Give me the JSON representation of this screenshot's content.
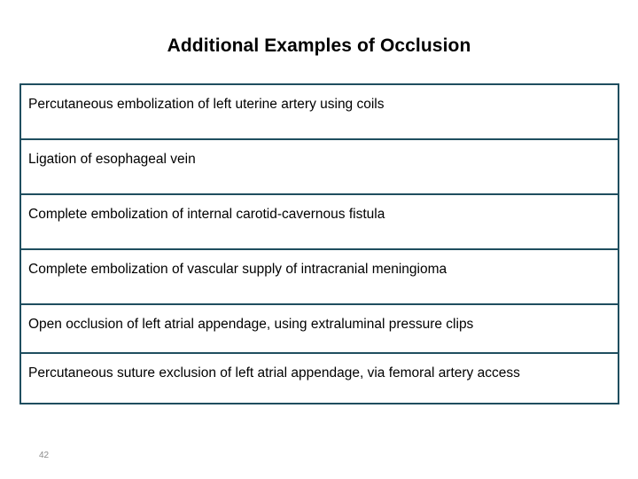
{
  "slide": {
    "title": "Additional Examples of Occlusion",
    "page_number": "42",
    "accent_color": "#1f4e5f",
    "rows": [
      {
        "text": "Percutaneous embolization of left uterine artery using coils"
      },
      {
        "text": "Ligation of esophageal vein"
      },
      {
        "text": "Complete embolization of internal carotid-cavernous fistula"
      },
      {
        "text": "Complete embolization of vascular supply of intracranial meningioma"
      },
      {
        "text": "Open occlusion of left atrial appendage, using extraluminal pressure clips"
      },
      {
        "text": "Percutaneous suture exclusion of left atrial appendage, via femoral artery access"
      }
    ]
  }
}
